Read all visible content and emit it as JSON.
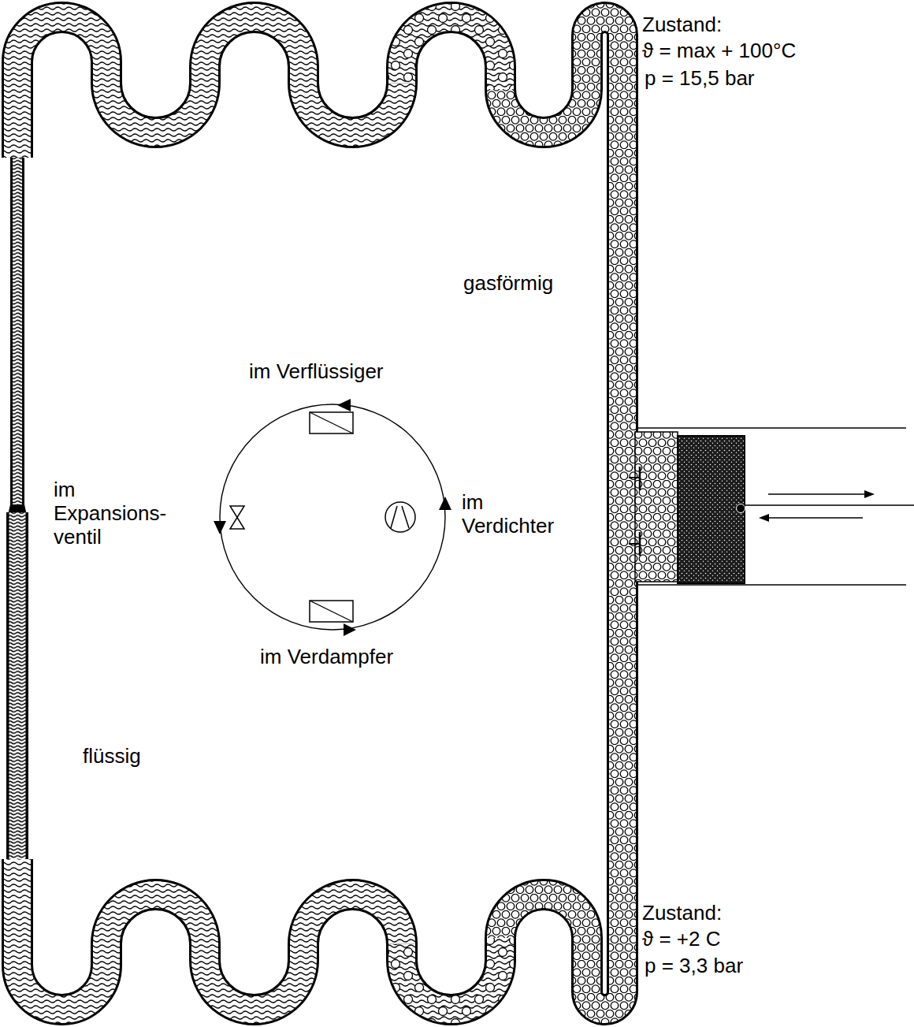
{
  "diagram": {
    "labels": [
      "Zustand:",
      "ϑ = max + 100°C",
      "p = 15,5 bar",
      "gasförmig",
      "im Verflüssiger",
      "im Expansions- ventil",
      "im Verdichter",
      "im Verdampfer",
      "flüssig",
      "Zustand:",
      "ϑ = +2 C",
      "p = 3,3 bar"
    ]
  }
}
